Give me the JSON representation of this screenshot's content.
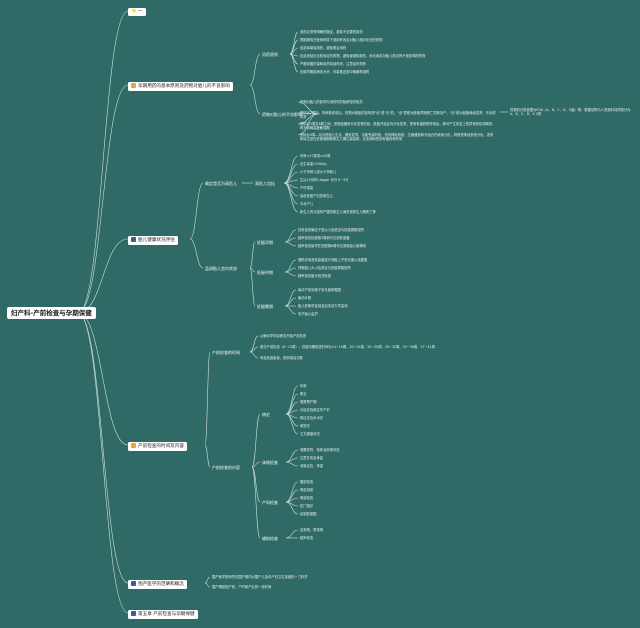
{
  "root": "妇产科-产前检查与孕期保健",
  "branches": {
    "b0": {
      "label": "⭐ 一"
    },
    "b1": {
      "label": "孕期用药的基本原则及药物对胎儿的不良影响",
      "sub1": "用药原则",
      "sub1_items": [
        "用药必须有明确的指征，避免不必要的用药",
        "根据病情在医师指导下选用有效且对胎儿相对安全的药物",
        "应选择单独用药，避免联合用药",
        "应选用结论比较肯定的药物，避免使用较新的、尚未肯定对胎儿是否有不良影响的药物",
        "严格掌握剂量和用药持续时间，注意及时停药",
        "妊娠早期若病情允许，尽量推迟到中晚期再用药"
      ],
      "sub2": "药物对胎儿的不良影响",
      "sub2_items": [
        "药物对胎儿的影响与用药时的胎龄密切相关",
        "受精后2周内，孕卵着床前后，药物对胚胎的影响是\"全\"或\"无\"的，\"全\"表现为胚胎早期死亡导致流产，\"无\"则为胚胎继续发育，不出现异常",
        "受精后3周至8周之间，是胚胎器官分化发育阶段，胚胎开始定向分化发育，受到有害药物作用后，即可产生形态上的异常而形成畸形，称为致畸高度敏感期",
        "受精后9周—足月是胎儿生长、器官发育、功能完善阶段，仅有神经系统、生殖器官和牙齿仍在继续分化，特别是神经系统分化、发育和增生是在妊娠晚期和新生儿期达最高峰，在此期间受到有害药物作用"
      ],
      "side_note": "药物的分类依据为FDA（A、B、C、D、X级）等，根据动物与人类资料将药物分为A、B、C、D、X 5类"
    },
    "b2": {
      "label": "胎儿健康状况评估",
      "sub1": "确定是否为高危儿",
      "sub1_mid": "高危儿包括",
      "sub1_items": [
        "孕龄<37周或≥42周",
        "出生体重<2500g",
        "小于孕龄儿或大于孕龄儿",
        "生后1分钟内 Apgar 评分 0~3分",
        "产时感染",
        "高危妊娠产妇的新生儿",
        "手术产儿",
        "新生儿的兄姐有严重的新生儿病史或新生儿期死亡等"
      ],
      "sub2": "监测胎儿宫内状态",
      "sub2_groups": [
        {
          "name": "妊娠早期",
          "items": [
            "妇科检查确定子宫大小及是否与妊娠周数相符",
            "超声检查妊娠第5周即可见到妊娠囊",
            "超声检查最早在妊娠第6周可见到原始心管搏动"
          ]
        },
        {
          "name": "妊娠中期",
          "items": [
            "借助手测宫底高度或尺测耻上子宫长度以及腹围",
            "判断胎儿大小及是否与妊娠周数相符",
            "超声检查胎头双顶径值"
          ]
        },
        {
          "name": "妊娠晚期",
          "items": [
            "每次产检测量子宫长度和腹围",
            "胎动计数",
            "胎儿影像学监测及血流动力学监测",
            "电子胎心监护"
          ]
        }
      ]
    },
    "b3": {
      "label": "产前检查的时间及内容",
      "sub1": "产前检查的时间",
      "sub1_items": [
        "从确诊早孕起即应开始产前检查",
        "首次产前检查（6~13周）；妊娠中期检查时间为14~19周、20~24周、25~28周、29~32周、33~36周、37~41周",
        "有高危因素者，酌情增加次数"
      ],
      "sub2": "产前检查的内容",
      "sub2_groups": [
        {
          "name": "病史",
          "items": [
            "年龄",
            "职业",
            "推算预产期",
            "月经史及既往孕产史",
            "既往史及手术史",
            "家族史",
            "丈夫健康状况"
          ]
        },
        {
          "name": "体格检查",
          "items": [
            "观察发育、营养及精神状态",
            "注意步态及身高",
            "测量血压、体重"
          ]
        },
        {
          "name": "产科检查",
          "items": [
            "腹部检查",
            "骨盆测量",
            "阴道检查",
            "肛门指诊",
            "绘制妊娠图"
          ]
        },
        {
          "name": "辅助检查",
          "items": [
            "血常规、尿常规",
            "超声检查"
          ]
        }
      ]
    },
    "b4": {
      "label": "围产医学的范畴和概念",
      "items": [
        "围产医学是研究在围产期内对围产儿及孕产妇卫生保健的一门科学",
        "围产期是指产前、产时和产后的一段时间"
      ]
    },
    "b5": {
      "label": "第五章 产前检查与孕期保健"
    }
  },
  "colors": {
    "background": "#2f6a66",
    "line": "#cfe2de",
    "node_bg": "#ffffff",
    "accent_orange": "#f0a23a",
    "accent_blue": "#2c63a8"
  }
}
